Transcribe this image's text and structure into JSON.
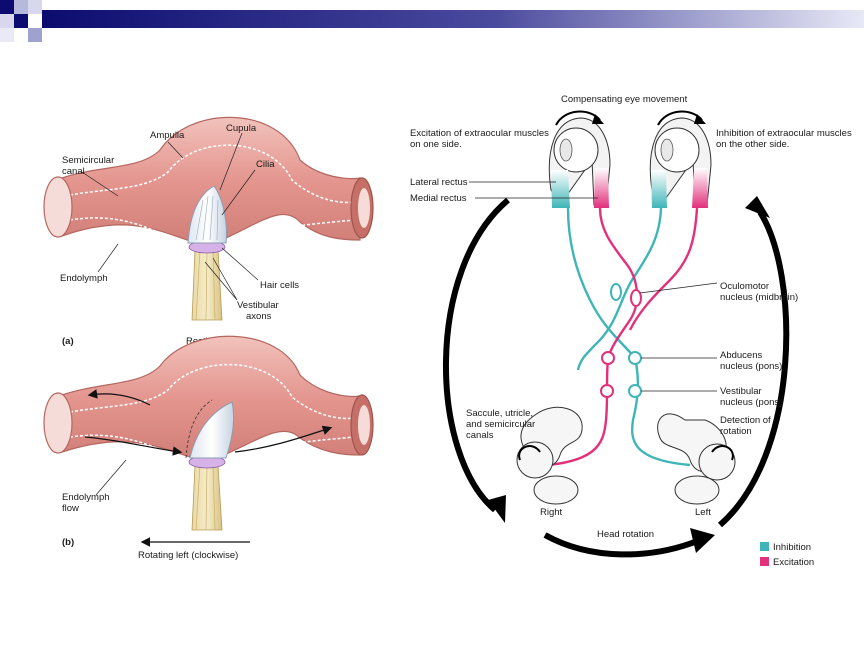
{
  "colors": {
    "inhibition": "#3fb5b8",
    "excitation": "#e2307b",
    "banner_dark": "#0c0c70",
    "banner_light": "#c9cbe6",
    "tissue": "#e9a7a2",
    "tissue_dark": "#c7776f"
  },
  "left_panel": {
    "labels": {
      "semicircular_canal_1": "Semicircular",
      "semicircular_canal_2": "canal",
      "ampulla": "Ampulla",
      "cupula": "Cupula",
      "cilia": "Cilia",
      "endolymph": "Endolymph",
      "hair_cells": "Hair cells",
      "vestibular_axons_1": "Vestibular",
      "vestibular_axons_2": "axons",
      "panel_a": "(a)",
      "resting": "Resting",
      "endolymph_flow_1": "Endolymph",
      "endolymph_flow_2": "flow",
      "panel_b": "(b)",
      "rotating": "Rotating left (clockwise)"
    }
  },
  "right_panel": {
    "labels": {
      "compensating": "Compensating eye movement",
      "excitation_muscles_1": "Excitation of extraocular muscles",
      "excitation_muscles_2": "on one side.",
      "inhibition_muscles_1": "Inhibition of extraocular muscles",
      "inhibition_muscles_2": "on the other side.",
      "lateral_rectus": "Lateral rectus",
      "medial_rectus": "Medial rectus",
      "oculomotor_1": "Oculomotor",
      "oculomotor_2": "nucleus (midbrain)",
      "abducens_1": "Abducens",
      "abducens_2": "nucleus (pons)",
      "vestibular_1": "Vestibular",
      "vestibular_2": "nucleus (pons)",
      "saccule_1": "Saccule, utricle,",
      "saccule_2": "and semicircular",
      "saccule_3": "canals",
      "detection_1": "Detection of",
      "detection_2": "rotation",
      "right": "Right",
      "left": "Left",
      "head_rotation": "Head rotation"
    },
    "legend": [
      {
        "label": "Inhibition",
        "color_key": "inhibition"
      },
      {
        "label": "Excitation",
        "color_key": "excitation"
      }
    ]
  }
}
